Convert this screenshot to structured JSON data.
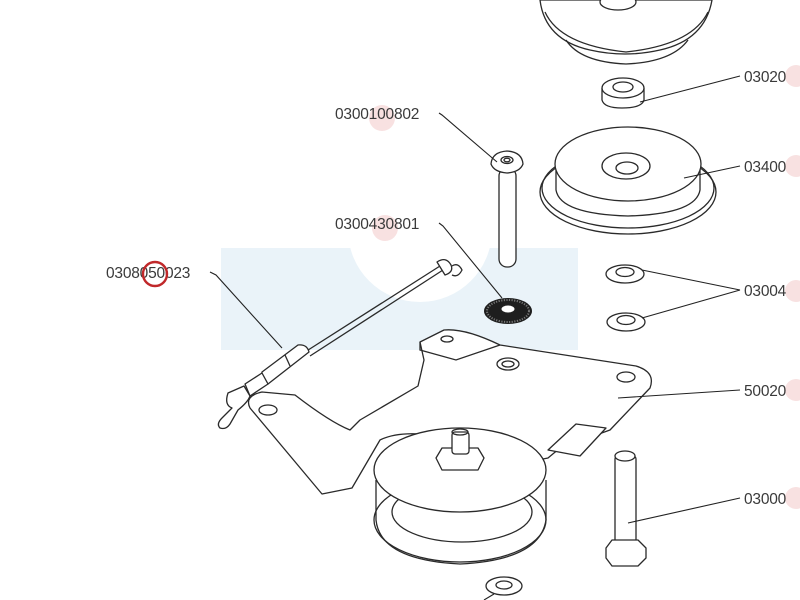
{
  "diagram": {
    "title": "Exploded parts diagram",
    "highlight_color": "#c0282a",
    "watermark_color": "#eaf3f9",
    "callout_dot_color": "#f5d6d6",
    "parts": [
      {
        "id": "p1",
        "label": "0300100802",
        "name": "button-head bolt"
      },
      {
        "id": "p2",
        "label": "0300430801",
        "name": "serrated lock washer"
      },
      {
        "id": "p3",
        "label": "0308050023",
        "name": "spring rod / cable",
        "highlighted": true
      },
      {
        "id": "p4",
        "label": "03020",
        "name": "spacer bushing"
      },
      {
        "id": "p5",
        "label": "03400",
        "name": "pulley"
      },
      {
        "id": "p6",
        "label": "03004",
        "name": "flat washers"
      },
      {
        "id": "p7",
        "label": "50020",
        "name": "tensioner bracket"
      },
      {
        "id": "p8",
        "label": "03000",
        "name": "hex bolt"
      }
    ]
  }
}
